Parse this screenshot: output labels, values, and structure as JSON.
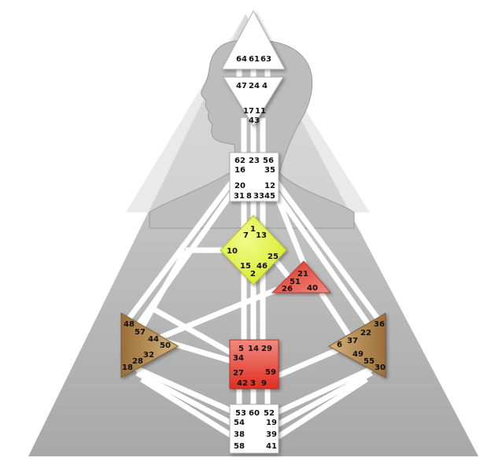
{
  "colors": {
    "background": "#ffffff",
    "outer_triangle": "#a9a9a9",
    "silhouette": "#b8b8b8",
    "channel": "#ffffff",
    "head_center": "#ffffff",
    "ajna_center": "#ffffff",
    "throat_center": "#ffffff",
    "g_center": "#e4f542",
    "heart_center": "#e44a3c",
    "sacral_center": "#e03a30",
    "spleen_center": "#a47a44",
    "solar_plexus_center": "#a47a44",
    "root_center": "#ffffff"
  },
  "centers": {
    "head": {
      "gates": [
        "64",
        "61",
        "63"
      ]
    },
    "ajna": {
      "gates": [
        "47",
        "24",
        "4",
        "17",
        "11",
        "43"
      ]
    },
    "throat": {
      "gates": [
        "62",
        "23",
        "56",
        "16",
        "35",
        "20",
        "12",
        "31",
        "8",
        "33",
        "45"
      ]
    },
    "g": {
      "gates": [
        "1",
        "7",
        "13",
        "10",
        "25",
        "15",
        "46",
        "2"
      ]
    },
    "heart": {
      "gates": [
        "21",
        "51",
        "26",
        "40"
      ]
    },
    "sacral": {
      "gates": [
        "5",
        "14",
        "29",
        "34",
        "27",
        "59",
        "42",
        "3",
        "9"
      ]
    },
    "spleen": {
      "gates": [
        "48",
        "57",
        "44",
        "50",
        "32",
        "28",
        "18"
      ]
    },
    "solar_plexus": {
      "gates": [
        "36",
        "22",
        "37",
        "6",
        "49",
        "55",
        "30"
      ]
    },
    "root": {
      "gates": [
        "53",
        "60",
        "52",
        "54",
        "19",
        "38",
        "39",
        "58",
        "41"
      ]
    }
  }
}
